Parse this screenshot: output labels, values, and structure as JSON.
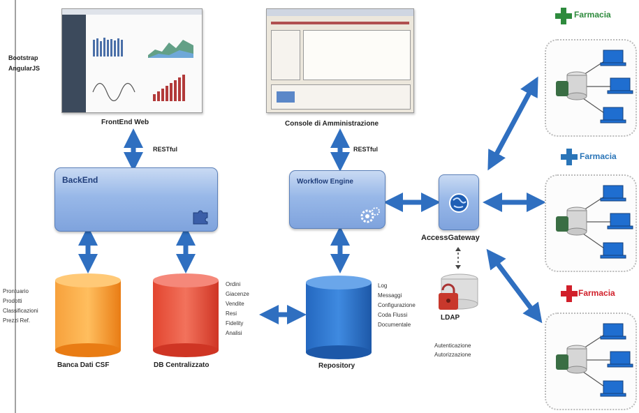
{
  "stack": {
    "line1": "Bootstrap",
    "line2": "AngularJS"
  },
  "frontend": {
    "label": "FrontEnd Web"
  },
  "console": {
    "label": "Console di Amministrazione"
  },
  "restful_left": "RESTful",
  "restful_right": "RESTful",
  "backend": {
    "label": "BackEnd"
  },
  "workflow": {
    "label": "Workflow Engine"
  },
  "access_gateway": {
    "label": "AccessGateway"
  },
  "ldap": {
    "label": "LDAP",
    "line1": "Autenticazione",
    "line2": "Autorizzazione"
  },
  "banca_dati": {
    "label": "Banca Dati CSF"
  },
  "db_central": {
    "label": "DB Centralizzato"
  },
  "repository": {
    "label": "Repository"
  },
  "left_list": [
    "Prontuario",
    "Prodotti",
    "Classificazioni",
    "Prezzi Ref."
  ],
  "db_list": [
    "Ordini",
    "Giacenze",
    "Vendite",
    "Resi",
    "Fidelity",
    "Analisi"
  ],
  "repo_list": [
    "Log",
    "Messaggi",
    "Configurazione",
    "Coda Flussi",
    "Documentale"
  ],
  "pharmacies": [
    {
      "label": "Farmacia",
      "color": "#2e8b3d"
    },
    {
      "label": "Farmacia",
      "color": "#2a75b8"
    },
    {
      "label": "Farmacia",
      "color": "#d11f2a"
    }
  ],
  "colors": {
    "arrow": "#2f6fc0",
    "orange": "#f48a1c",
    "red": "#e0402e",
    "blue": "#2e74c9"
  }
}
